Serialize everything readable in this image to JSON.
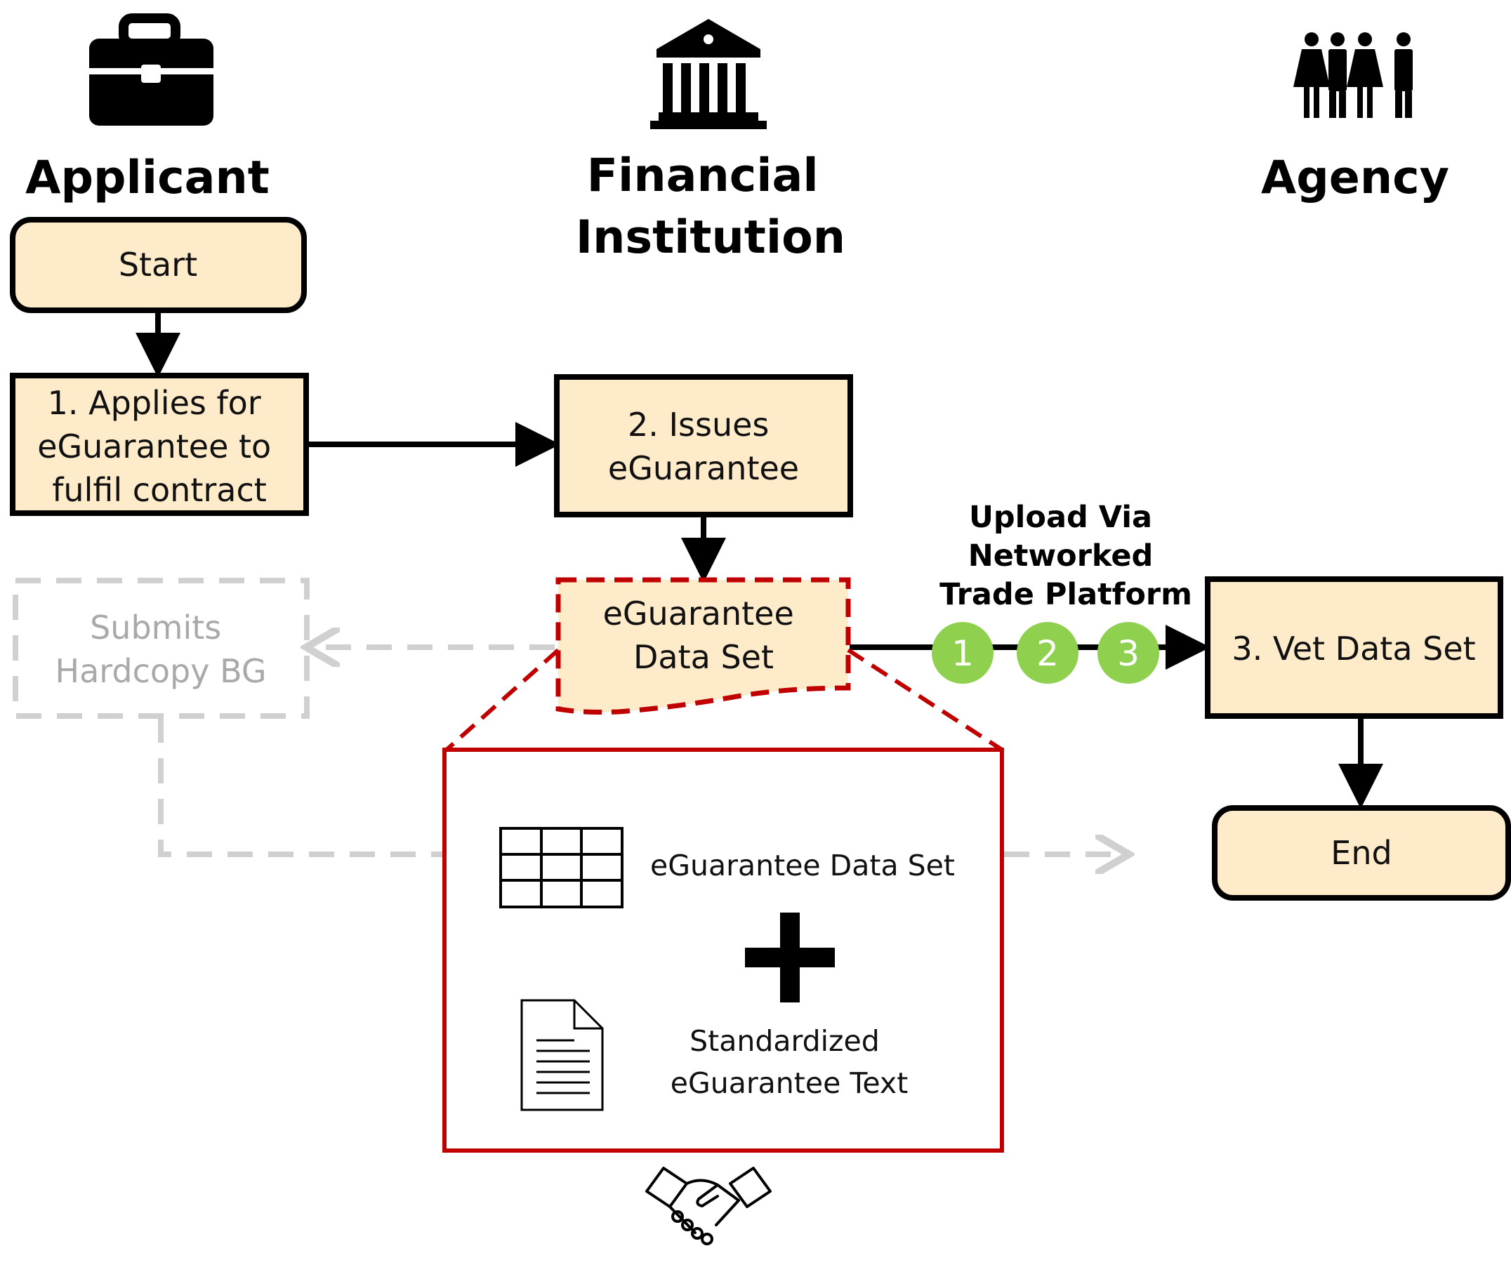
{
  "lanes": [
    {
      "id": "applicant",
      "title_lines": [
        "Applicant"
      ],
      "icon": "briefcase-icon"
    },
    {
      "id": "financial-institution",
      "title_lines": [
        "Financial",
        "Institution"
      ],
      "icon": "bank-building-icon"
    },
    {
      "id": "agency",
      "title_lines": [
        "Agency"
      ],
      "icon": "people-group-icon"
    }
  ],
  "nodes": {
    "start": {
      "lines": [
        "Start"
      ]
    },
    "apply": {
      "lines": [
        "1. Applies for",
        "eGuarantee to",
        "fulfil contract"
      ]
    },
    "issue": {
      "lines": [
        "2. Issues",
        "eGuarantee"
      ]
    },
    "dataset": {
      "lines": [
        "eGuarantee",
        "Data Set"
      ]
    },
    "hardcopy": {
      "lines": [
        "Submits",
        "Hardcopy BG"
      ]
    },
    "vet": {
      "lines": [
        "3. Vet Data Set"
      ]
    },
    "end": {
      "lines": [
        "End"
      ]
    }
  },
  "platform_label": [
    "Upload Via",
    "Networked",
    "Trade Platform"
  ],
  "platform_steps": [
    "1",
    "2",
    "3"
  ],
  "detail": {
    "dataset_label": "eGuarantee Data Set",
    "text_label": [
      "Standardized",
      "eGuarantee Text"
    ],
    "icons": [
      "table-grid-icon",
      "plus-icon",
      "document-icon",
      "handshake-icon"
    ]
  },
  "colors": {
    "node_fill": "#fdebc9",
    "node_border": "#000000",
    "accent_red": "#c00000",
    "step_green": "#8fd14f",
    "ghost_gray": "#d0d0d0",
    "ghost_text": "#a9a9a9"
  }
}
